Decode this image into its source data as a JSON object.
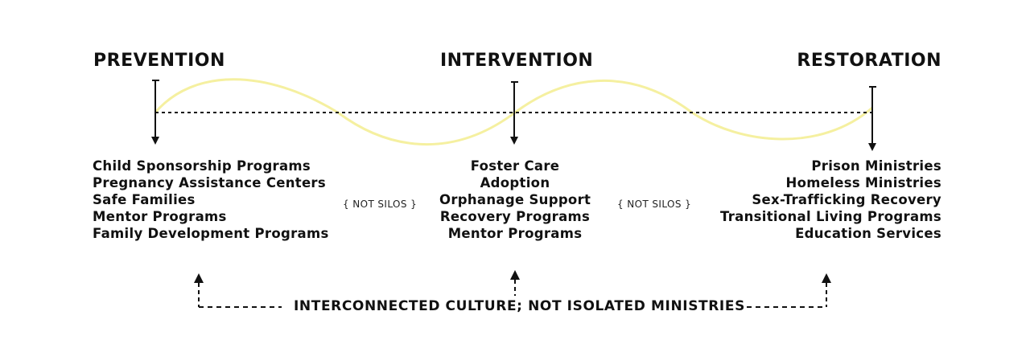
{
  "stages": [
    {
      "heading": "PREVENTION",
      "items": [
        "Child Sponsorship Programs",
        "Pregnancy Assistance Centers",
        "Safe Families",
        "Mentor Programs",
        "Family Development Programs"
      ]
    },
    {
      "heading": "INTERVENTION",
      "items": [
        "Foster Care",
        "Adoption",
        "Orphanage Support",
        "Recovery Programs",
        "Mentor Programs"
      ]
    },
    {
      "heading": "RESTORATION",
      "items": [
        "Prison Ministries",
        "Homeless Ministries",
        "Sex-Trafficking Recovery",
        "Transitional Living Programs",
        "Education Services"
      ]
    }
  ],
  "separators": [
    "{ NOT SILOS }",
    "{ NOT SILOS }"
  ],
  "footer": "INTERCONNECTED CULTURE; NOT ISOLATED MINISTRIES",
  "colors": {
    "wave": "#f5f0a0",
    "ink": "#111111"
  }
}
